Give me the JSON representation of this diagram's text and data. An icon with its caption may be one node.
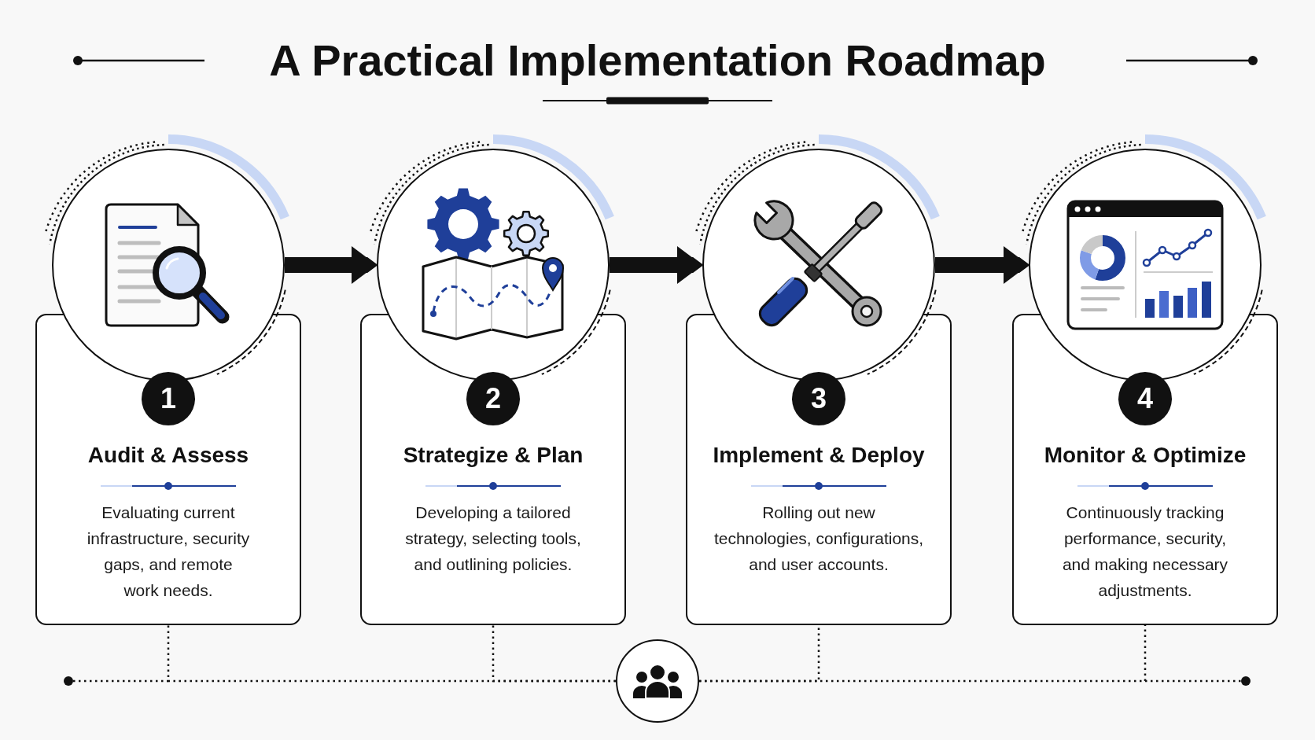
{
  "diagram": {
    "title": "A Practical Implementation Roadmap",
    "nodes": [
      {
        "text": [],
        "shape": "circle"
      },
      {
        "text": [
          "Audit & Assess",
          "Evaluating current infrastructure, security gaps, and remote work needs."
        ]
      },
      {
        "text": [
          "1"
        ],
        "in": 1
      },
      {
        "text": [],
        "shape": "circle"
      },
      {
        "text": [
          "Strategize & Plan",
          "Developing a tailored strategy, selecting tools, and outlining policies."
        ]
      },
      {
        "text": [
          "2"
        ],
        "in": 4
      },
      {
        "text": [],
        "shape": "circle"
      },
      {
        "text": [
          "Implement & Deploy",
          "Rolling out new technologies, configurations, and user accounts."
        ]
      },
      {
        "text": [
          "3"
        ],
        "in": 7
      },
      {
        "text": [],
        "shape": "circle"
      },
      {
        "text": [
          "Monitor & Optimize",
          "Continuously tracking performance, security, and making necessary adjustments."
        ]
      },
      {
        "text": [
          "4"
        ],
        "in": 10
      },
      {
        "text": [],
        "shape": "circle"
      }
    ],
    "edges": [
      {
        "from": 0,
        "to": 3,
        "arrow": "to",
        "style": "thick"
      },
      {
        "from": 3,
        "to": 6,
        "arrow": "to",
        "style": "thick"
      },
      {
        "from": 6,
        "to": 9,
        "arrow": "to",
        "style": "thick"
      },
      {
        "from": 12,
        "to": 1,
        "arrow": "none",
        "style": "dashed"
      },
      {
        "from": 12,
        "to": 4,
        "arrow": "none",
        "style": "dashed"
      },
      {
        "from": 12,
        "to": 7,
        "arrow": "none",
        "style": "dashed"
      },
      {
        "from": 12,
        "to": 10,
        "arrow": "none",
        "style": "dashed"
      }
    ]
  }
}
